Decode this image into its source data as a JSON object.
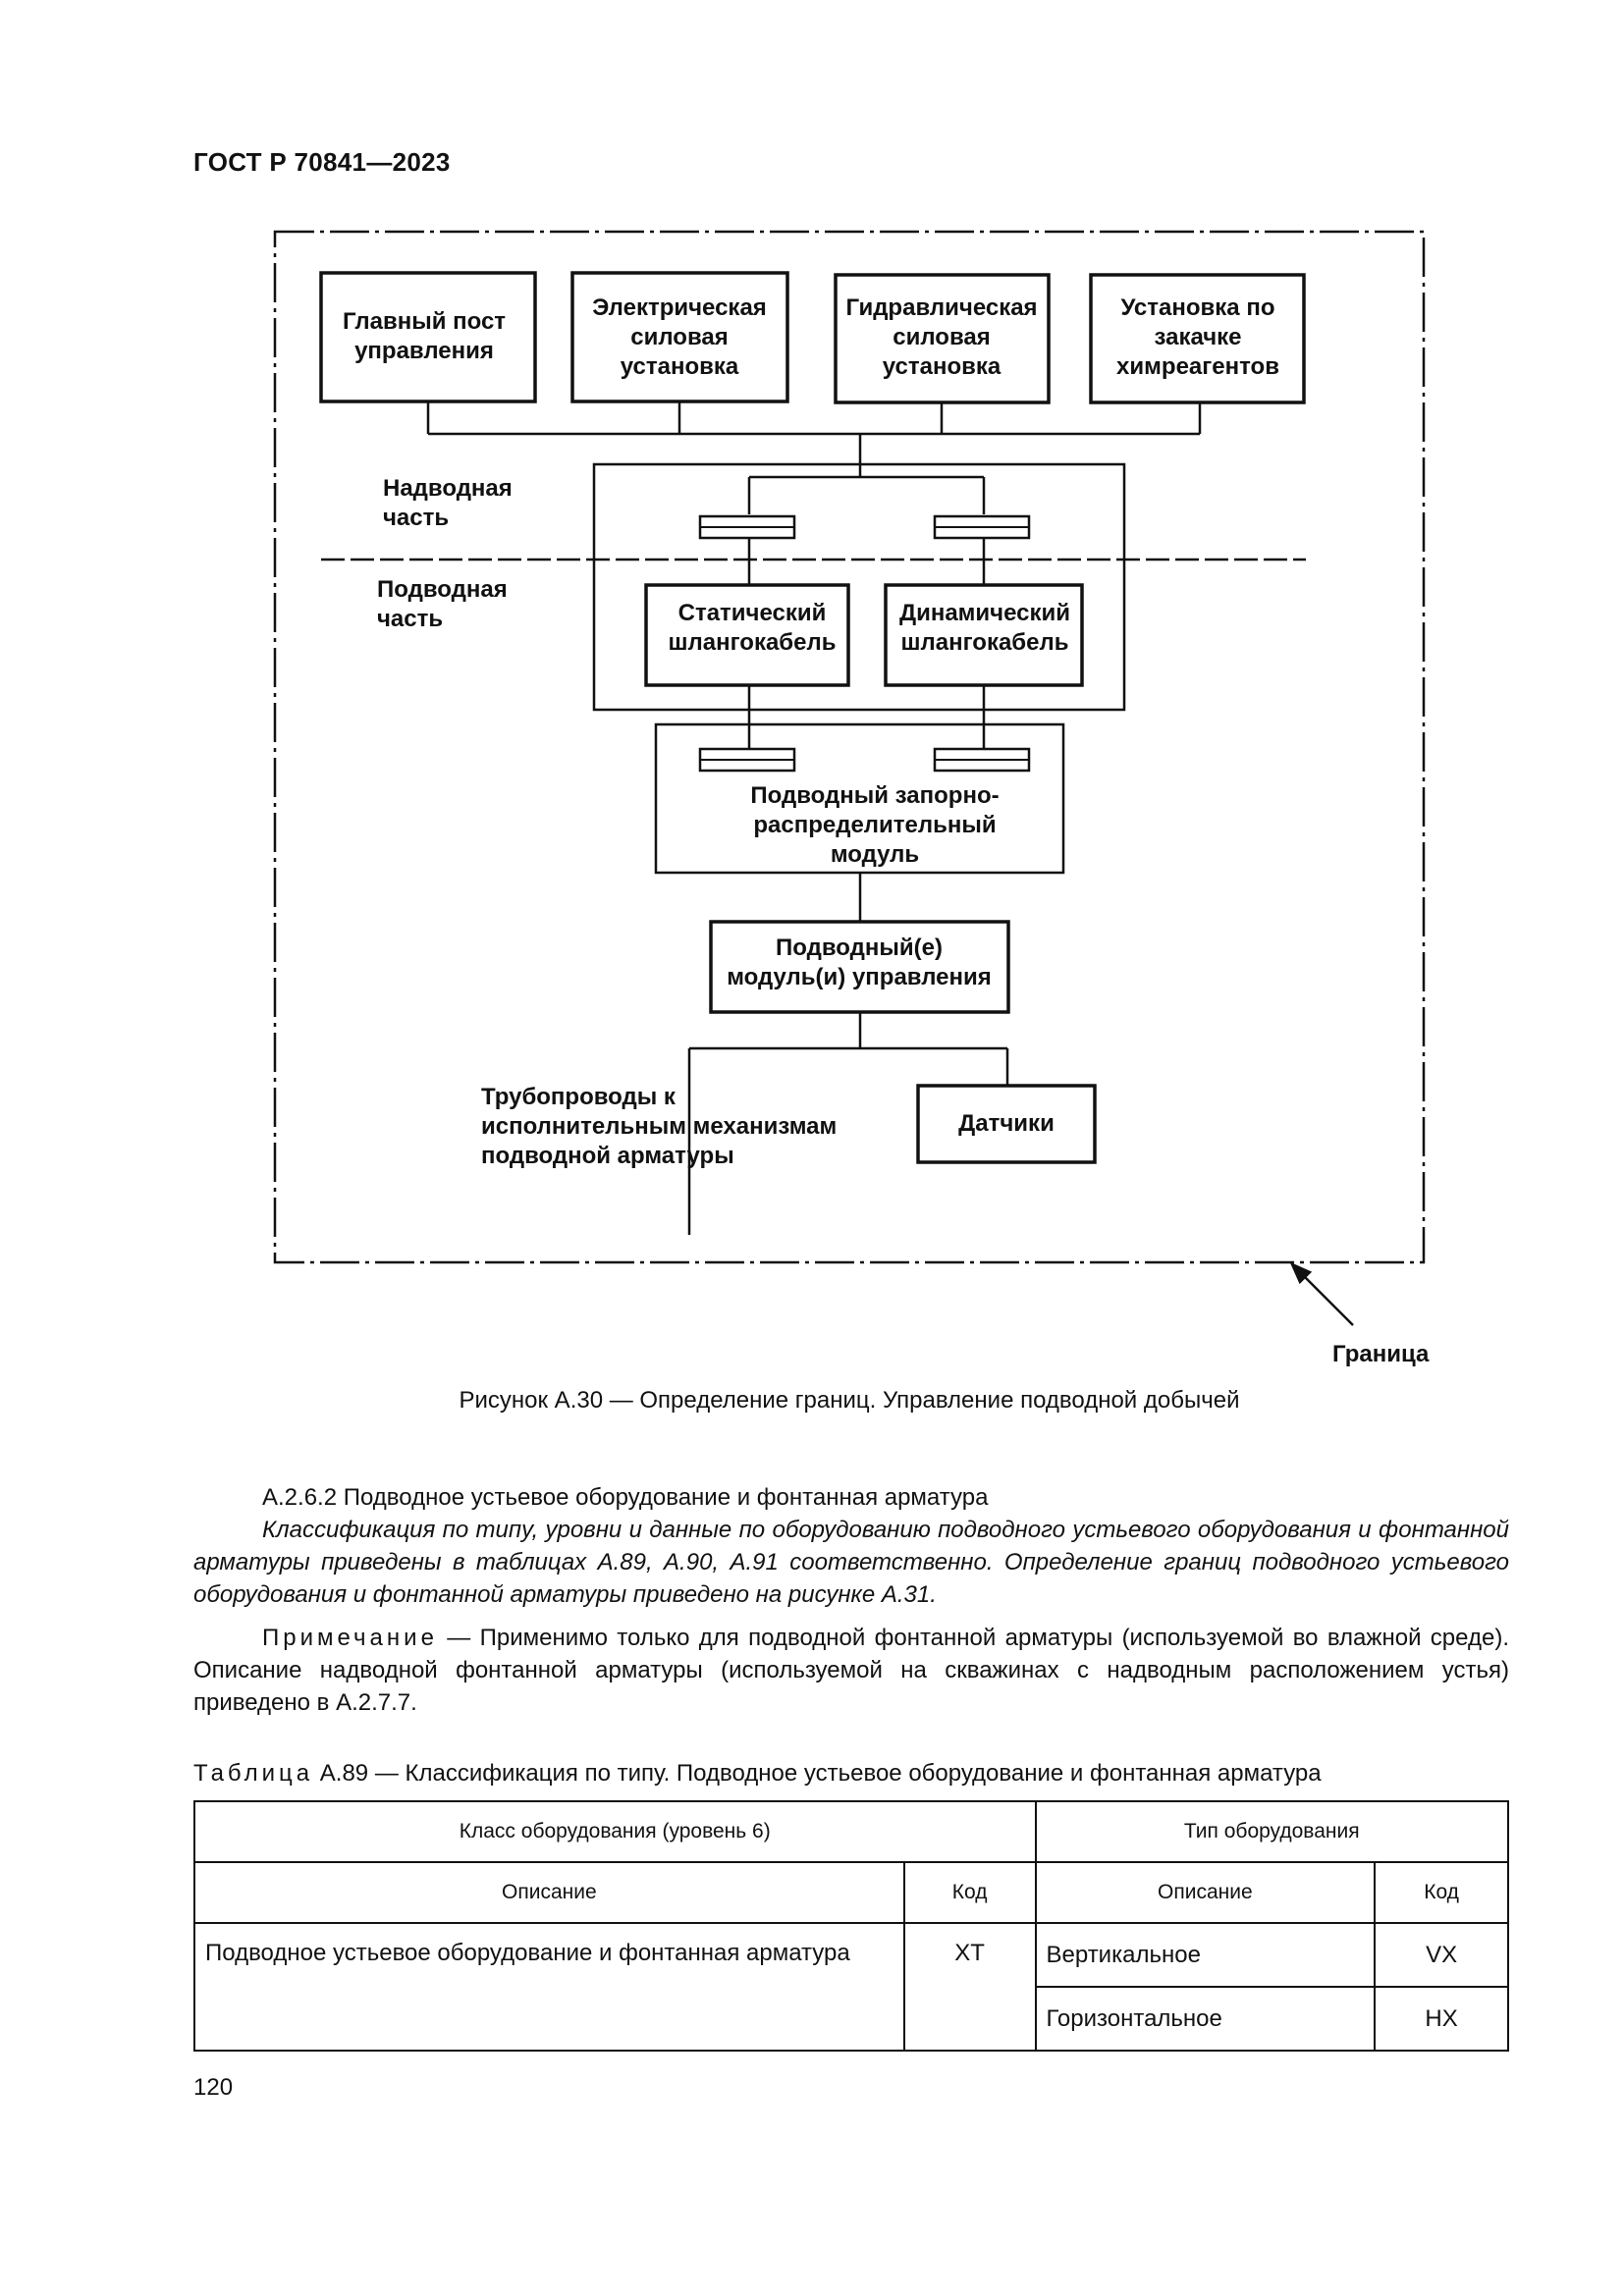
{
  "header": {
    "doc_id": "ГОСТ Р 70841—2023"
  },
  "figure": {
    "top_boxes": [
      {
        "line1": "Главный пост",
        "line2": "управления"
      },
      {
        "line1": "Электрическая",
        "line2": "силовая",
        "line3": "установка"
      },
      {
        "line1": "Гидравлическая",
        "line2": "силовая",
        "line3": "установка"
      },
      {
        "line1": "Установка по",
        "line2": "закачке",
        "line3": "химреагентов"
      }
    ],
    "surface_label": {
      "line1": "Надводная",
      "line2": "часть"
    },
    "subsea_label": {
      "line1": "Подводная",
      "line2": "часть"
    },
    "static_umbilical": {
      "line1": "Статический",
      "line2": "шлангокабель"
    },
    "dynamic_umbilical": {
      "line1": "Динамический",
      "line2": "шлангокабель"
    },
    "distribution_module": {
      "line1": "Подводный запорно-",
      "line2": "распределительный",
      "line3": "модуль"
    },
    "control_module": {
      "line1": "Подводный(е)",
      "line2": "модуль(и) управления"
    },
    "pipelines": {
      "line1": "Трубопроводы к",
      "line2": "исполнительным механизмам",
      "line3": "подводной арматуры"
    },
    "sensors": "Датчики",
    "boundary_label": "Граница"
  },
  "caption": "Рисунок А.30 — Определение границ. Управление подводной добычей",
  "section": {
    "heading": "А.2.6.2  Подводное устьевое оборудование и фонтанная арматура",
    "italic_text": "Классификация по типу, уровни и данные по оборудованию подводного устьевого оборудования и фонтанной арматуры приведены в таблицах А.89, А.90, А.91 соответственно. Определение границ подводного устьевого оборудования и фонтанной арматуры приведено на рисунке А.31.",
    "note_label": "Примечание",
    "note_text": " — Применимо только для подводной фонтанной арматуры (используемой во влажной среде). Описание надводной фонтанной арматуры (используемой на скважинах с надводным расположением устья) приведено в А.2.7.7."
  },
  "table": {
    "title_label": "Таблица",
    "title_text": "  А.89 — Классификация по типу. Подводное устьевое оборудование и фонтанная арматура",
    "group_headers": [
      "Класс оборудования (уровень 6)",
      "Тип оборудования"
    ],
    "sub_headers": [
      "Описание",
      "Код",
      "Описание",
      "Код"
    ],
    "class_description": "Подводное устьевое оборудование и фонтанная арматура",
    "class_code": "XT",
    "types": [
      {
        "description": "Вертикальное",
        "code": "VX"
      },
      {
        "description": "Горизонтальное",
        "code": "HX"
      }
    ]
  },
  "page_number": "120"
}
